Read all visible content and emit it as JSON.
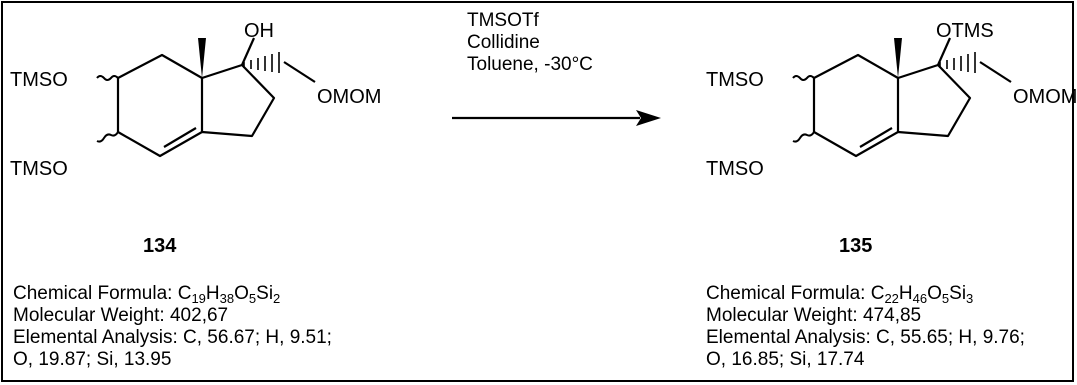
{
  "reagents": {
    "line1": "TMSOTf",
    "line2": "Collidine",
    "line3": "Toluene, -30°C"
  },
  "left_molecule": {
    "id": "134",
    "labels": {
      "top_oh": "OH",
      "side_chain": "OMOM",
      "upper_substituent": "TMSO",
      "lower_substituent": "TMSO"
    },
    "formula_label": "Chemical Formula: ",
    "formula": [
      {
        "el": "C",
        "n": "19"
      },
      {
        "el": "H",
        "n": "38"
      },
      {
        "el": "O",
        "n": "5"
      },
      {
        "el": "Si",
        "n": "2"
      }
    ],
    "mw_line": "Molecular Weight: 402,67",
    "ea_line1": "Elemental Analysis: C, 56.67; H, 9.51;",
    "ea_line2": "O, 19.87; Si, 13.95"
  },
  "right_molecule": {
    "id": "135",
    "labels": {
      "top_otms": "OTMS",
      "side_chain": "OMOM",
      "upper_substituent": "TMSO",
      "lower_substituent": "TMSO"
    },
    "formula_label": "Chemical Formula: ",
    "formula": [
      {
        "el": "C",
        "n": "22"
      },
      {
        "el": "H",
        "n": "46"
      },
      {
        "el": "O",
        "n": "5"
      },
      {
        "el": "Si",
        "n": "3"
      }
    ],
    "mw_line": "Molecular Weight: 474,85",
    "ea_line1": "Elemental Analysis: C, 55.65; H, 9.76;",
    "ea_line2": "O, 16.85; Si, 17.74"
  }
}
